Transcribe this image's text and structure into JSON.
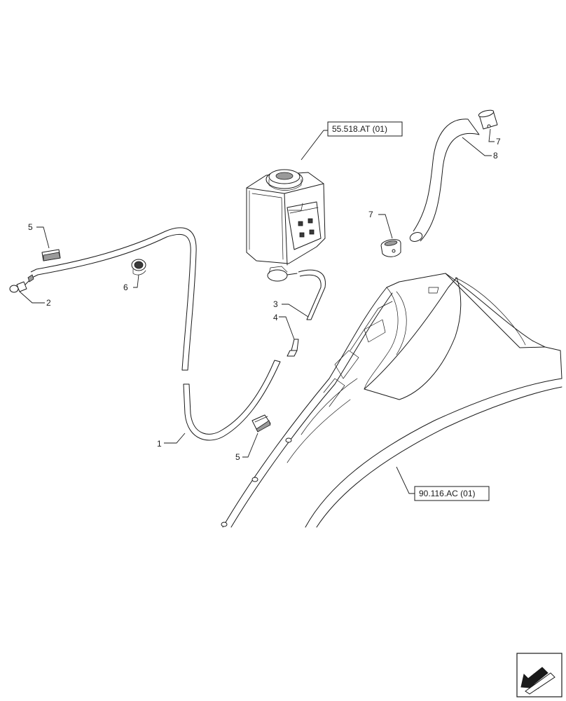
{
  "references": {
    "tank": "55.518.AT (01)",
    "fender": "90.116.AC (01)"
  },
  "callouts": {
    "c1": "1",
    "c2": "2",
    "c3": "3",
    "c4": "4",
    "c5a": "5",
    "c5b": "5",
    "c6": "6",
    "c7a": "7",
    "c7b": "7",
    "c8": "8"
  }
}
